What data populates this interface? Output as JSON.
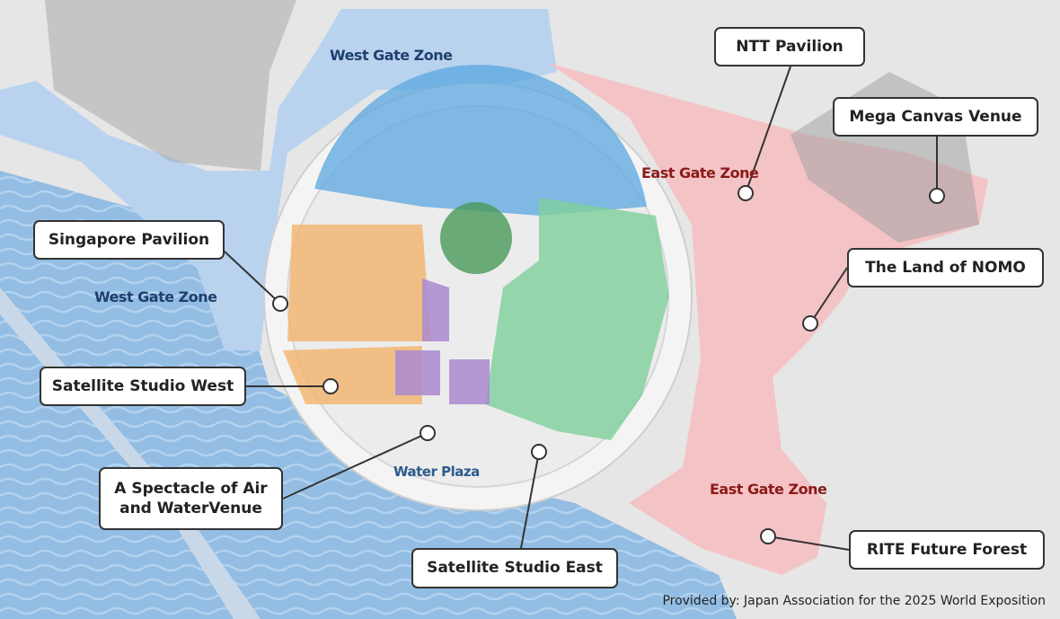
{
  "callouts": {
    "ntt": "NTT Pavilion",
    "mega_canvas": "Mega Canvas Venue",
    "singapore": "Singapore Pavilion",
    "nomo": "The Land of NOMO",
    "sat_west": "Satellite Studio West",
    "spectacle": "A Spectacle of Air and WaterVenue",
    "sat_east": "Satellite Studio East",
    "rite": "RITE Future Forest"
  },
  "zones": {
    "west_gate_top": "West Gate Zone",
    "west_gate_left": "West Gate Zone",
    "east_gate_top": "East Gate Zone",
    "east_gate_bottom": "East Gate Zone",
    "water_plaza": "Water Plaza"
  },
  "credit": "Provided by: Japan Association for the 2025 World Exposition",
  "colors": {
    "water": "#8fb8de",
    "west_zone": "#b9d3ef",
    "east_zone": "#f4c3c6",
    "ring": "#f3f3f3",
    "blue_area": "#5aa7e0",
    "orange_area": "#f2b46b",
    "green_area": "#7fcf9b",
    "purple_area": "#a98ad0",
    "east_text": "#8b1a1a",
    "west_text": "#1f3f6e"
  }
}
